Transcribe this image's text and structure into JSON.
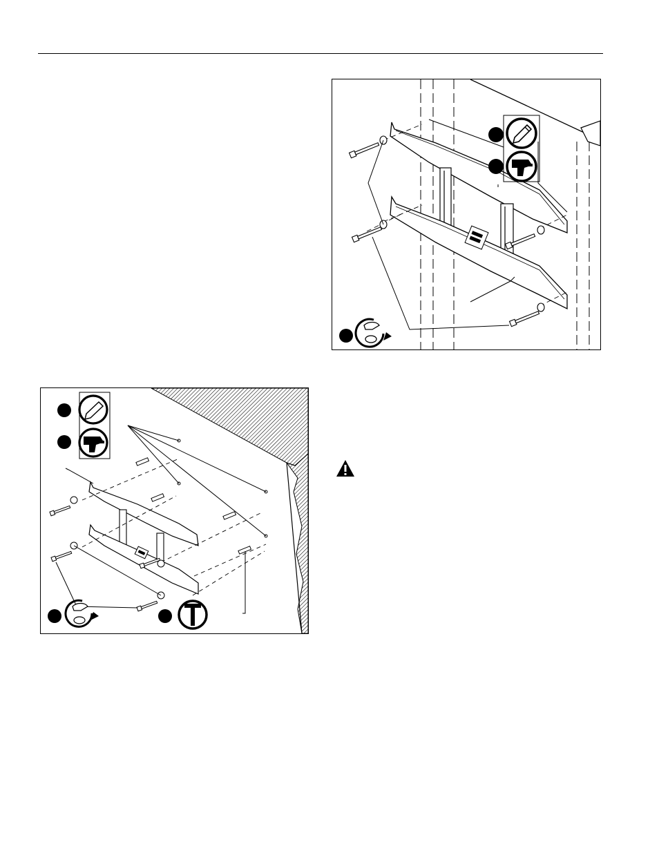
{
  "page": {
    "header_rule": true
  },
  "figures": [
    {
      "id": "stud-mount",
      "description_icons": [
        "pencil-icon",
        "drill-icon",
        "ratchet-wrench-icon"
      ],
      "callout_markers": 3
    },
    {
      "id": "concrete-mount",
      "description_icons": [
        "pencil-icon",
        "drill-icon",
        "ratchet-wrench-icon",
        "hammer-icon"
      ],
      "callout_markers": 4
    }
  ],
  "warning": {
    "icon": "warning-triangle-icon",
    "color": "#000000"
  }
}
